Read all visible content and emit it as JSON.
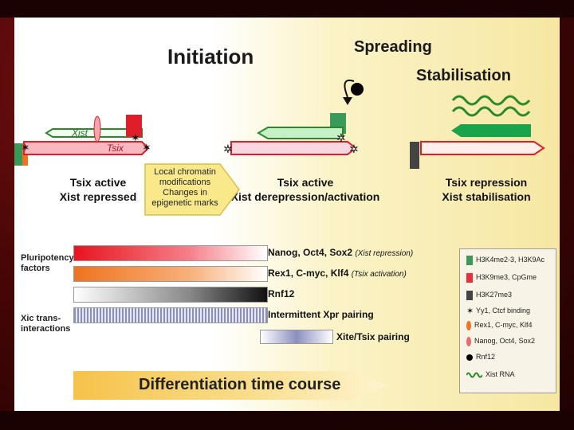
{
  "stages": {
    "initiation": "Initiation",
    "spreading": "Spreading",
    "stabilisation": "Stabilisation"
  },
  "gene_labels": {
    "xist": "Xist",
    "tsix": "Tsix"
  },
  "state_captions": {
    "left_line1": "Tsix active",
    "left_line2": "Xist repressed",
    "middle_line1": "Tsix active",
    "middle_line2": "Xist derepression/activation",
    "right_line1": "Tsix repression",
    "right_line2": "Xist stabilisation"
  },
  "arrow_box": {
    "line1": "Local chromatin",
    "line2": "modifications",
    "line3": "Changes in",
    "line4": "epigenetic marks"
  },
  "row_labels": {
    "pluripotency_line1": "Pluripotency",
    "pluripotency_line2": "factors",
    "xic_line1": "Xic trans-",
    "xic_line2": "interactions"
  },
  "bars": [
    {
      "label": "Nanog, Oct4, Sox2",
      "note": "(Xist repression)",
      "color": "#e8141e"
    },
    {
      "label": "Rex1, C-myc, Klf4",
      "note": "(Tsix activation)",
      "color": "#f0731f"
    },
    {
      "label": "Rnf12",
      "note": "",
      "color": "#111111"
    },
    {
      "label": "Intermittent Xpr pairing",
      "note": "",
      "color": "#8a8fc0"
    },
    {
      "label": "Xite/Tsix pairing",
      "note": "",
      "color": "#8a8fc0"
    }
  ],
  "timecourse": "Differentiation time course",
  "legend": [
    {
      "label": "H3K4me2-3, H3K9Ac",
      "color": "#3a9a5a",
      "icon": "green-bar-icon"
    },
    {
      "label": "H3K9me3, CpGme",
      "color": "#e8303a",
      "icon": "red-bar-icon"
    },
    {
      "label": "H3K27me3",
      "color": "#444444",
      "icon": "gray-bar-icon"
    },
    {
      "label": "Yy1, Ctcf binding",
      "color": "#111111",
      "icon": "star-icon"
    },
    {
      "label": "Rex1, C-myc, Klf4",
      "color": "#f0731f",
      "icon": "orange-oval-icon"
    },
    {
      "label": "Nanog, Oct4, Sox2",
      "color": "#e86a6a",
      "icon": "red-oval-icon"
    },
    {
      "label": "Rnf12",
      "color": "#000000",
      "icon": "black-dot-icon"
    },
    {
      "label": "Xist RNA",
      "color": "#2a8a2a",
      "icon": "wavy-line-icon"
    }
  ]
}
